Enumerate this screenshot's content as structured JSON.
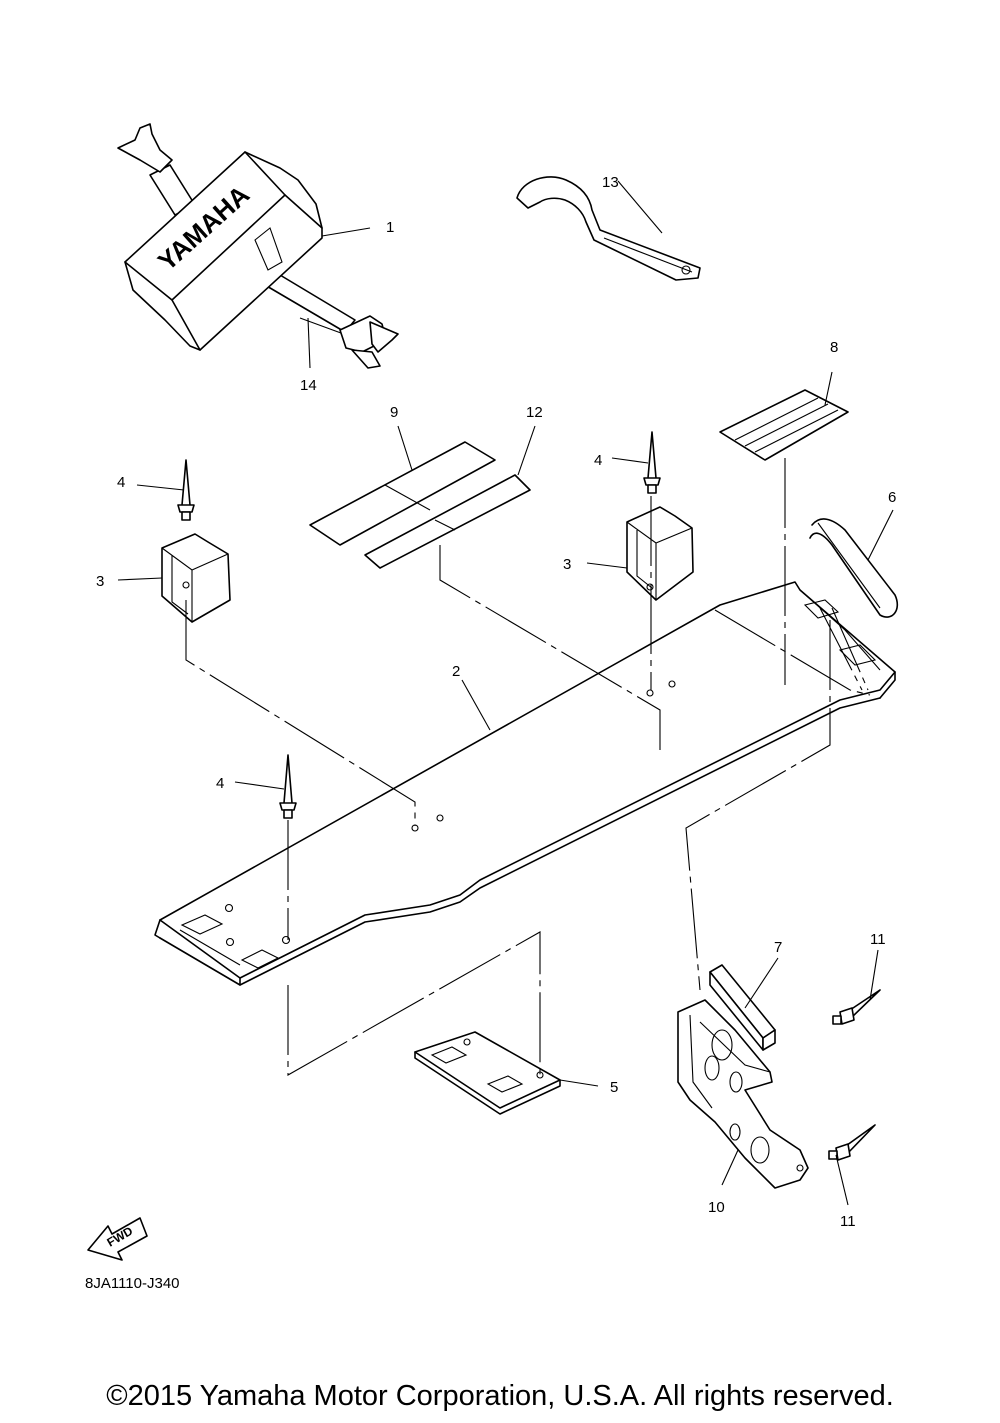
{
  "diagram": {
    "callouts": {
      "c1": "1",
      "c2": "2",
      "c3a": "3",
      "c3b": "3",
      "c4a": "4",
      "c4b": "4",
      "c4c": "4",
      "c5": "5",
      "c6": "6",
      "c7": "7",
      "c8": "8",
      "c9": "9",
      "c10": "10",
      "c11a": "11",
      "c11b": "11",
      "c12": "12",
      "c13": "13",
      "c14": "14"
    },
    "bag_logo": "YAMAHA",
    "fwd_label": "FWD",
    "figure_code": "8JA1110-J340"
  },
  "footer": {
    "copyright": "©2015 Yamaha Motor Corporation, U.S.A. All rights reserved."
  }
}
